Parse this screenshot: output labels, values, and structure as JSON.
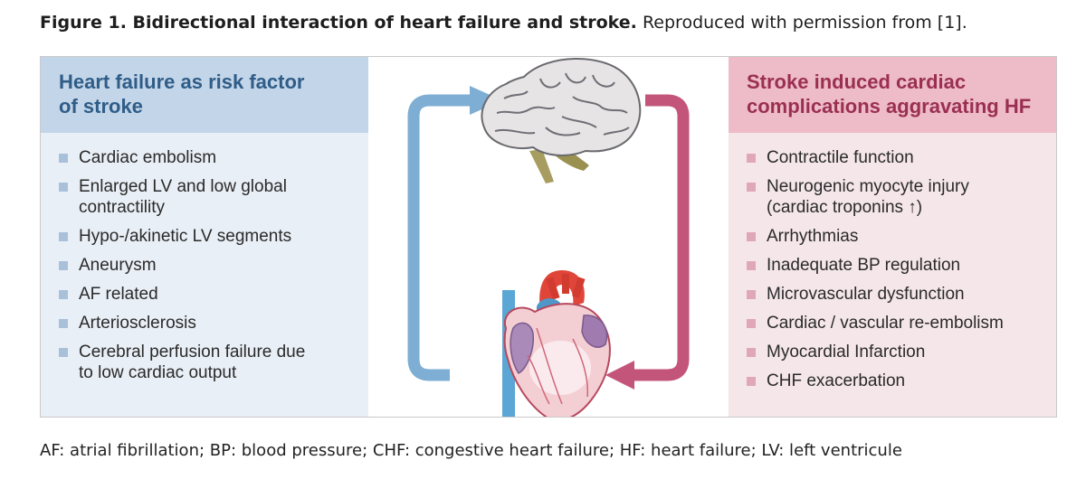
{
  "caption": {
    "bold": "Figure 1. Bidirectional interaction of heart failure and stroke.",
    "normal": "Reproduced with permission from [1]."
  },
  "left_panel": {
    "title_line1": "Heart failure as risk factor",
    "title_line2": "of stroke",
    "items": [
      [
        "Cardiac embolism"
      ],
      [
        "Enlarged LV and low global",
        "contractility"
      ],
      [
        "Hypo-/akinetic LV segments"
      ],
      [
        "Aneurysm"
      ],
      [
        "AF related"
      ],
      [
        "Arteriosclerosis"
      ],
      [
        "Cerebral perfusion failure due",
        "to low cardiac output"
      ]
    ]
  },
  "right_panel": {
    "title_line1": "Stroke induced cardiac",
    "title_line2": "complications aggravating HF",
    "items": [
      [
        "Contractile function"
      ],
      [
        "Neurogenic myocyte injury",
        "(cardiac troponins ↑)"
      ],
      [
        "Arrhythmias"
      ],
      [
        "Inadequate BP regulation"
      ],
      [
        "Microvascular dysfunction"
      ],
      [
        "Cardiac / vascular re-embolism"
      ],
      [
        "Myocardial Infarction"
      ],
      [
        "CHF exacerbation"
      ]
    ]
  },
  "colors": {
    "blue_arrow": "#7eaed3",
    "red_arrow": "#c4557a"
  },
  "icons": {
    "brain": "brain-icon",
    "heart": "heart-icon"
  },
  "footnote": "AF: atrial fibrillation; BP: blood pressure; CHF: congestive heart failure; HF: heart failure; LV: left ventricule"
}
